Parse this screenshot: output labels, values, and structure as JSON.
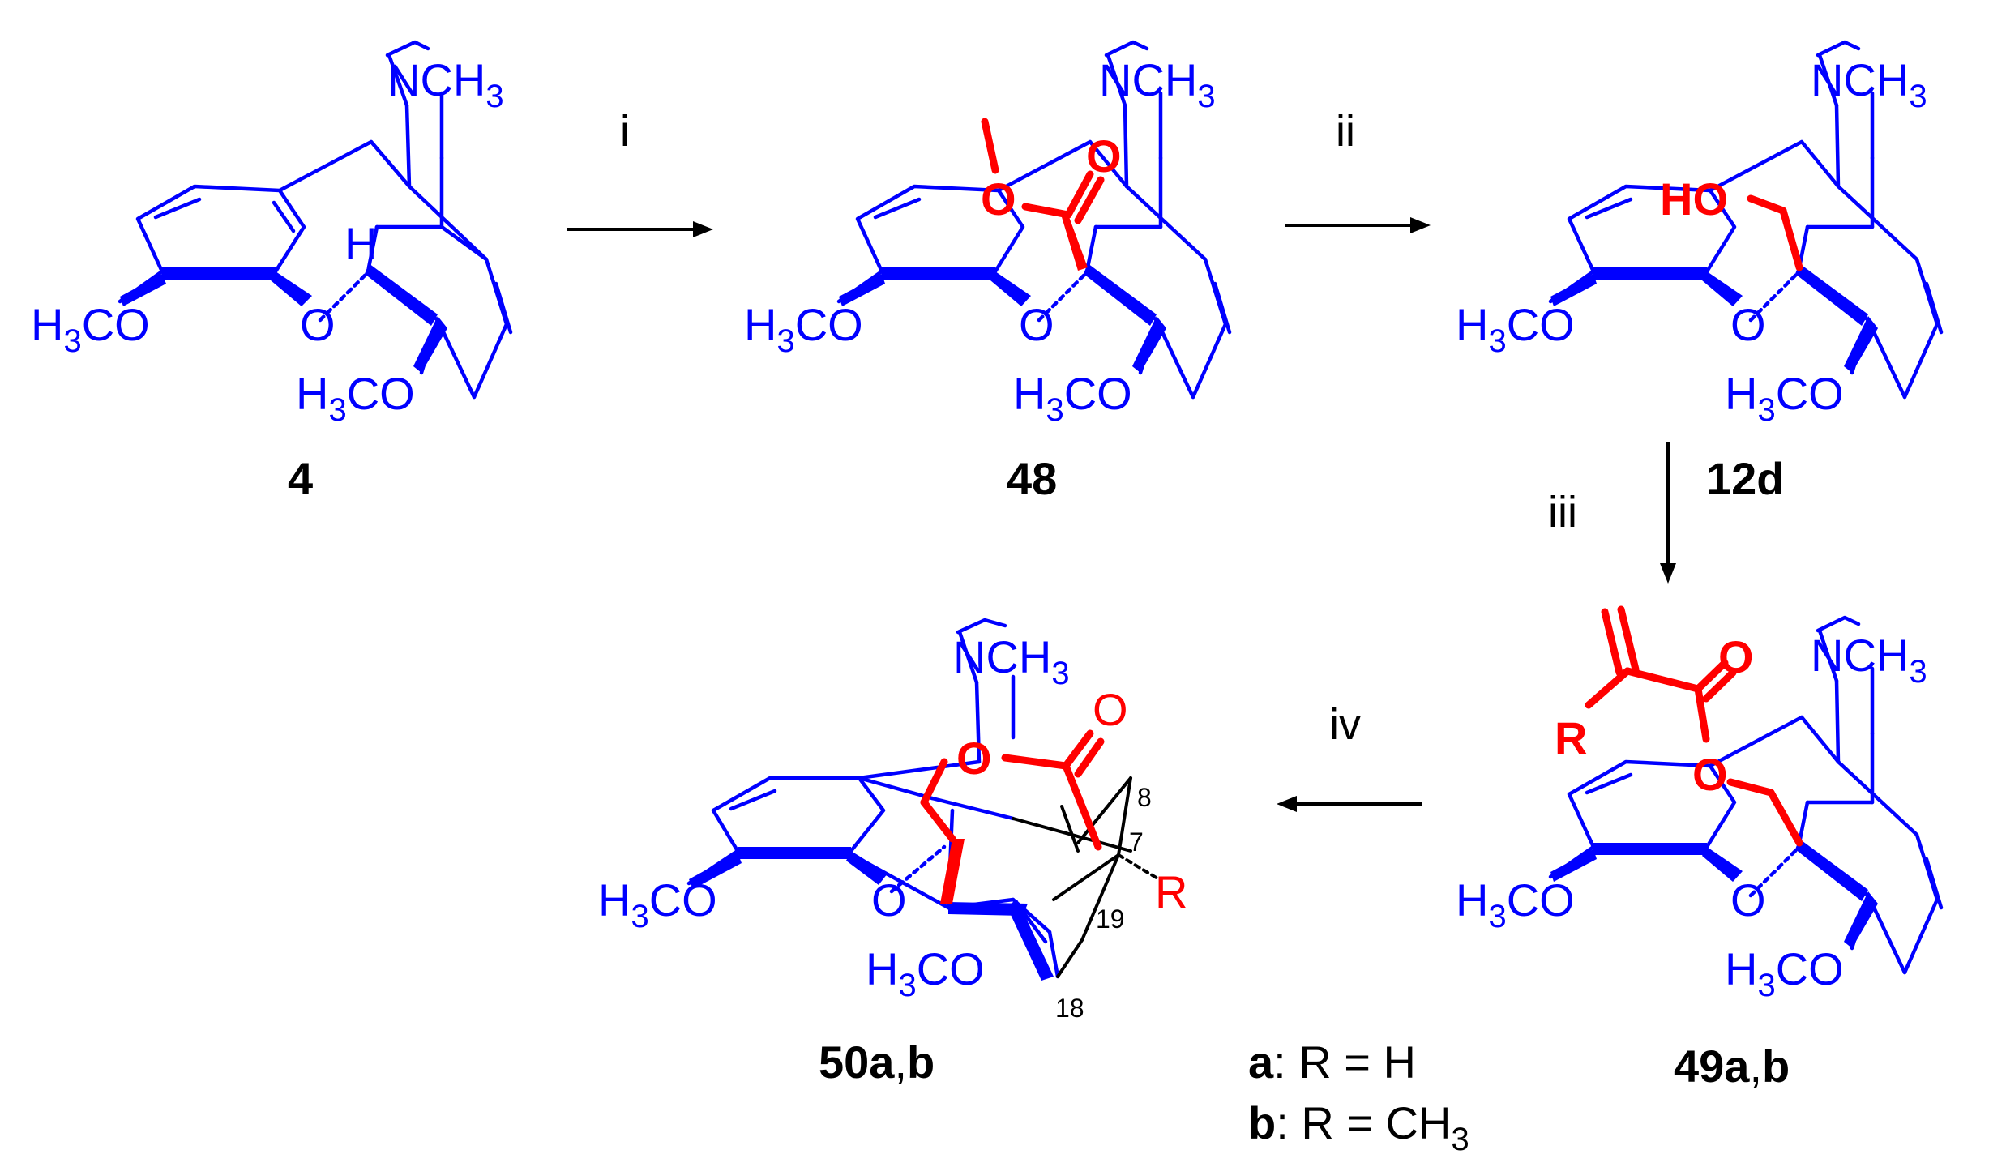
{
  "atoms": {
    "nch3": "NCH",
    "nch3_sub": "3",
    "h3co_h3": "H",
    "h3co_sub": "3",
    "h3co_co": "CO",
    "oxygen": "O",
    "hydrogen": "H",
    "hydroxyl": "HO",
    "r_group": "R"
  },
  "compounds": {
    "c4": "4",
    "c48": "48",
    "c12d": "12d",
    "c49_bold_a": "49a",
    "c49_comma": ",",
    "c49_bold_b": "b",
    "c50_bold_a": "50a",
    "c50_comma": ",",
    "c50_bold_b": "b"
  },
  "steps": {
    "i": "i",
    "ii": "ii",
    "iii": "iii",
    "iv": "iv"
  },
  "positions": {
    "p7": "7",
    "p8": "8",
    "p18": "18",
    "p19": "19"
  },
  "legend": {
    "a_key": "a",
    "a_text": ": R = H",
    "b_key": "b",
    "b_text": ": R = CH",
    "b_sub": "3"
  },
  "colors": {
    "skeleton": "#0000ff",
    "modification": "#ff0000",
    "text": "#000000"
  }
}
